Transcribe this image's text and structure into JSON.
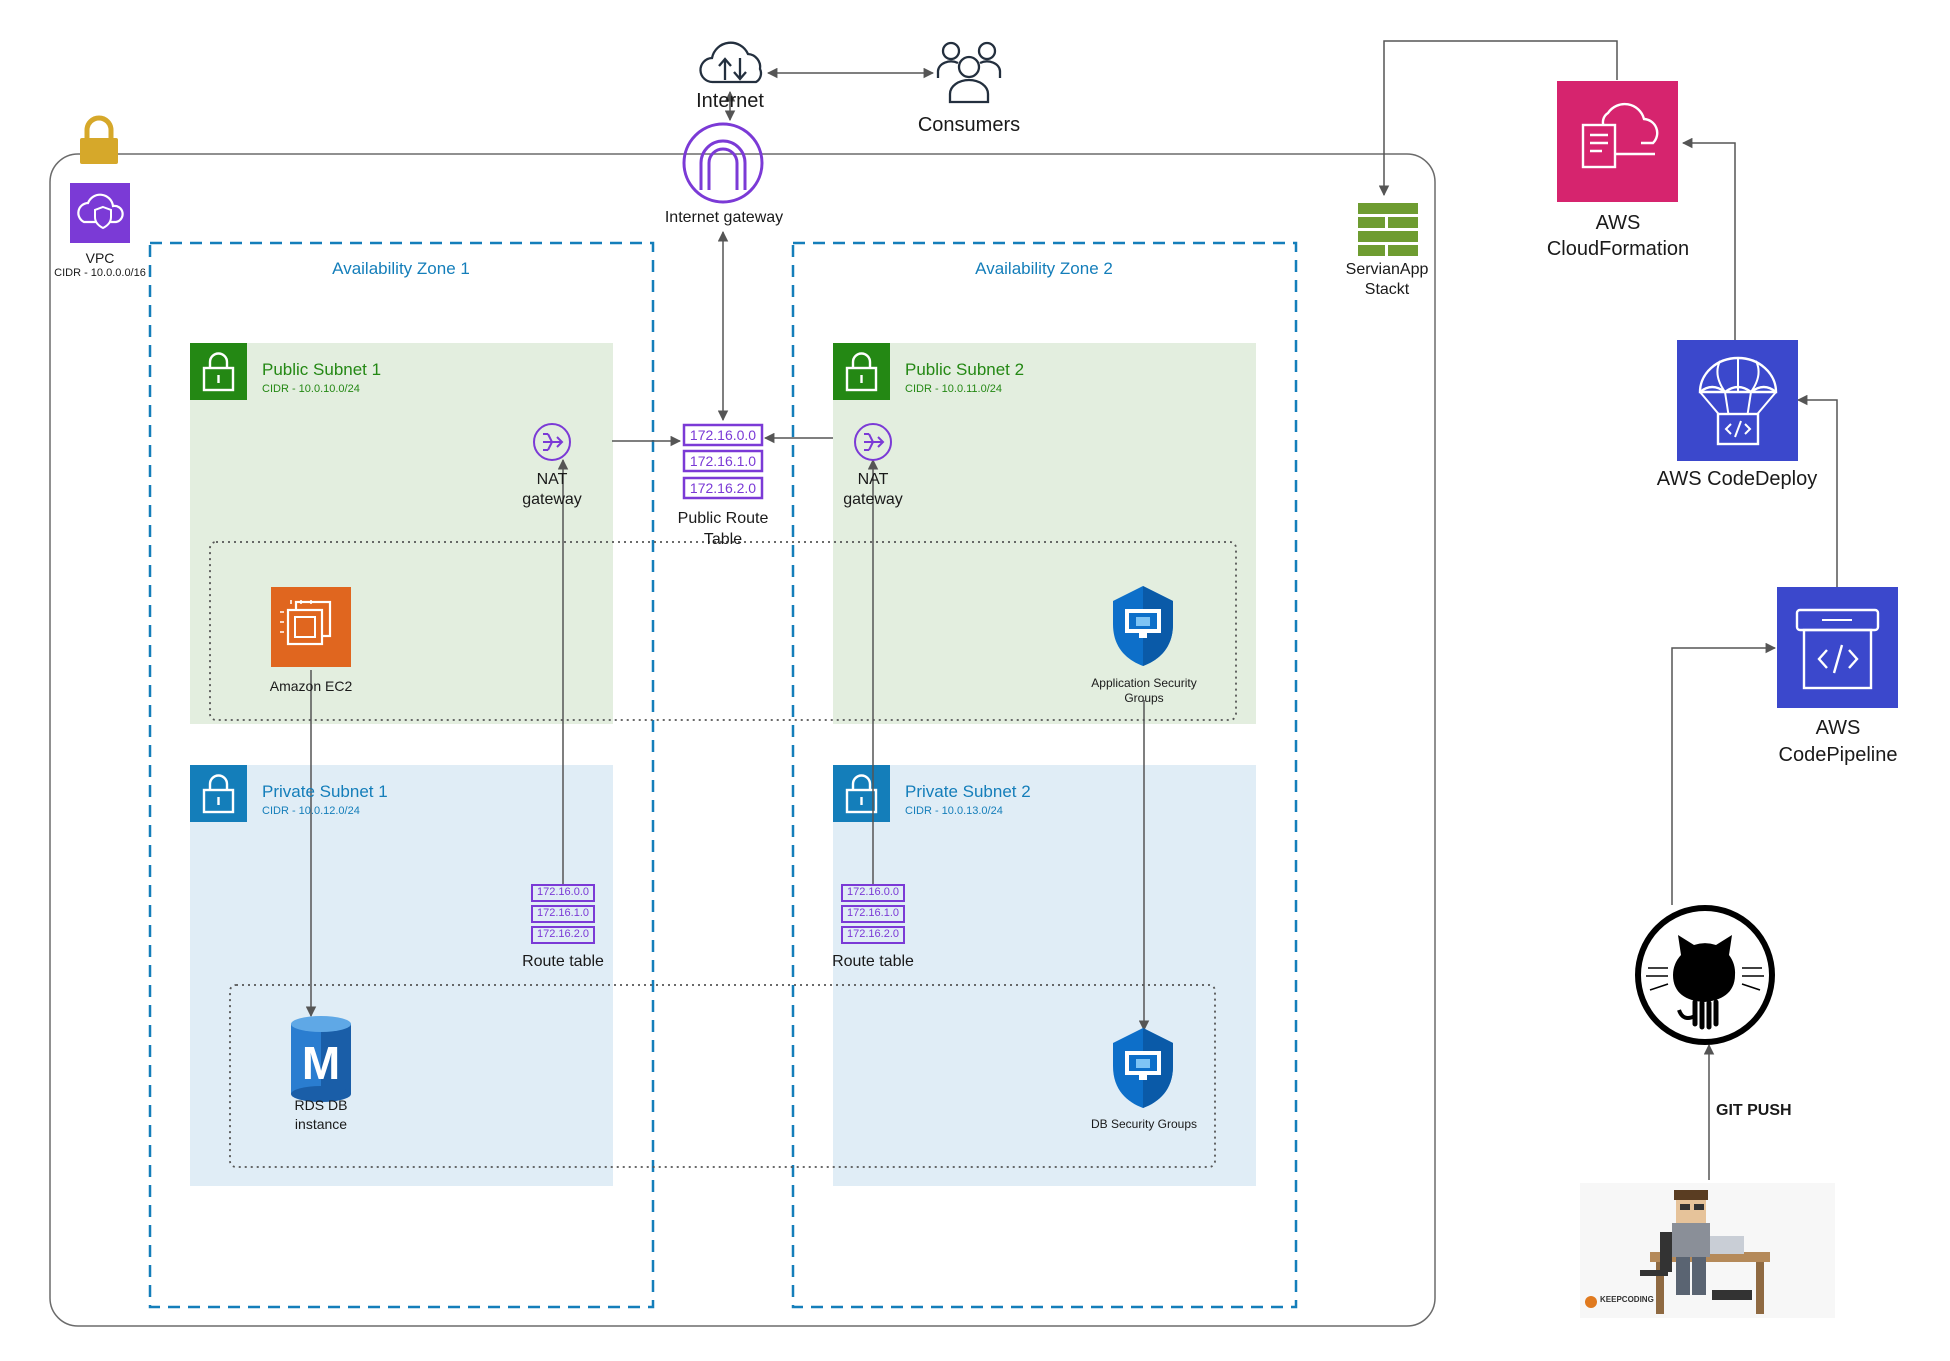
{
  "internet": {
    "label": "Internet"
  },
  "consumers": {
    "label": "Consumers"
  },
  "internet_gateway": {
    "label": "Internet gateway"
  },
  "vpc": {
    "label": "VPC",
    "cidr": "CIDR - 10.0.0.0/16"
  },
  "availability_zones": [
    {
      "label": "Availability Zone 1"
    },
    {
      "label": "Availability Zone 2"
    }
  ],
  "subnets": {
    "public_1": {
      "title": "Public Subnet 1",
      "cidr": "CIDR - 10.0.10.0/24"
    },
    "public_2": {
      "title": "Public Subnet 2",
      "cidr": "CIDR - 10.0.11.0/24"
    },
    "private_1": {
      "title": "Private Subnet 1",
      "cidr": "CIDR - 10.0.12.0/24"
    },
    "private_2": {
      "title": "Private Subnet 2",
      "cidr": "CIDR - 10.0.13.0/24"
    }
  },
  "nat_gateway": {
    "line1": "NAT",
    "line2": "gateway"
  },
  "public_route_table": {
    "rows": [
      "172.16.0.0",
      "172.16.1.0",
      "172.16.2.0"
    ],
    "label_line1": "Public Route",
    "label_line2": "Table"
  },
  "route_table": {
    "rows": [
      "172.16.0.0",
      "172.16.1.0",
      "172.16.2.0"
    ],
    "label": "Route table"
  },
  "ec2": {
    "label": "Amazon EC2"
  },
  "app_sg": {
    "line1": "Application Security",
    "line2": "Groups"
  },
  "rds": {
    "letter": "M",
    "line1": "RDS DB",
    "line2": "instance"
  },
  "db_sg": {
    "label": "DB Security Groups"
  },
  "stack": {
    "line1": "ServianApp",
    "line2": "Stackt"
  },
  "cloudformation": {
    "line1": "AWS",
    "line2": "CloudFormation"
  },
  "codedeploy": {
    "label": "AWS CodeDeploy"
  },
  "codepipeline": {
    "line1": "AWS",
    "line2": "CodePipeline"
  },
  "git_push": {
    "label": "GIT PUSH"
  },
  "developer": {
    "logo_text": "KEEPCODING"
  },
  "colors": {
    "aws_purple": "#7b3ad6",
    "cloudformation": "#d6246e",
    "code_services": "#3b48cc",
    "ec2_orange": "#e0661f",
    "public_subnet_fill": "#e3eedf",
    "public_subnet_green": "#248814",
    "private_subnet_fill": "#e0edf6",
    "private_subnet_blue": "#147eba",
    "az_dash": "#147eba",
    "firewall_green": "#6e9c31",
    "vpc_lock": "#d6a82a"
  },
  "icons": {
    "internet": "cloud-icon",
    "consumers": "users-icon",
    "internet_gateway": "gateway-icon",
    "vpc": "vpc-icon",
    "subnet": "padlock-icon",
    "nat": "nat-gateway-icon",
    "route_table": "route-table-icon",
    "ec2": "ec2-icon",
    "security_group": "shield-monitor-icon",
    "rds": "database-icon",
    "stack": "firewall-icon",
    "cloudformation": "cloudformation-icon",
    "codedeploy": "parachute-icon",
    "codepipeline": "pipeline-icon",
    "github": "github-octocat-icon",
    "developer": "developer-illustration"
  }
}
